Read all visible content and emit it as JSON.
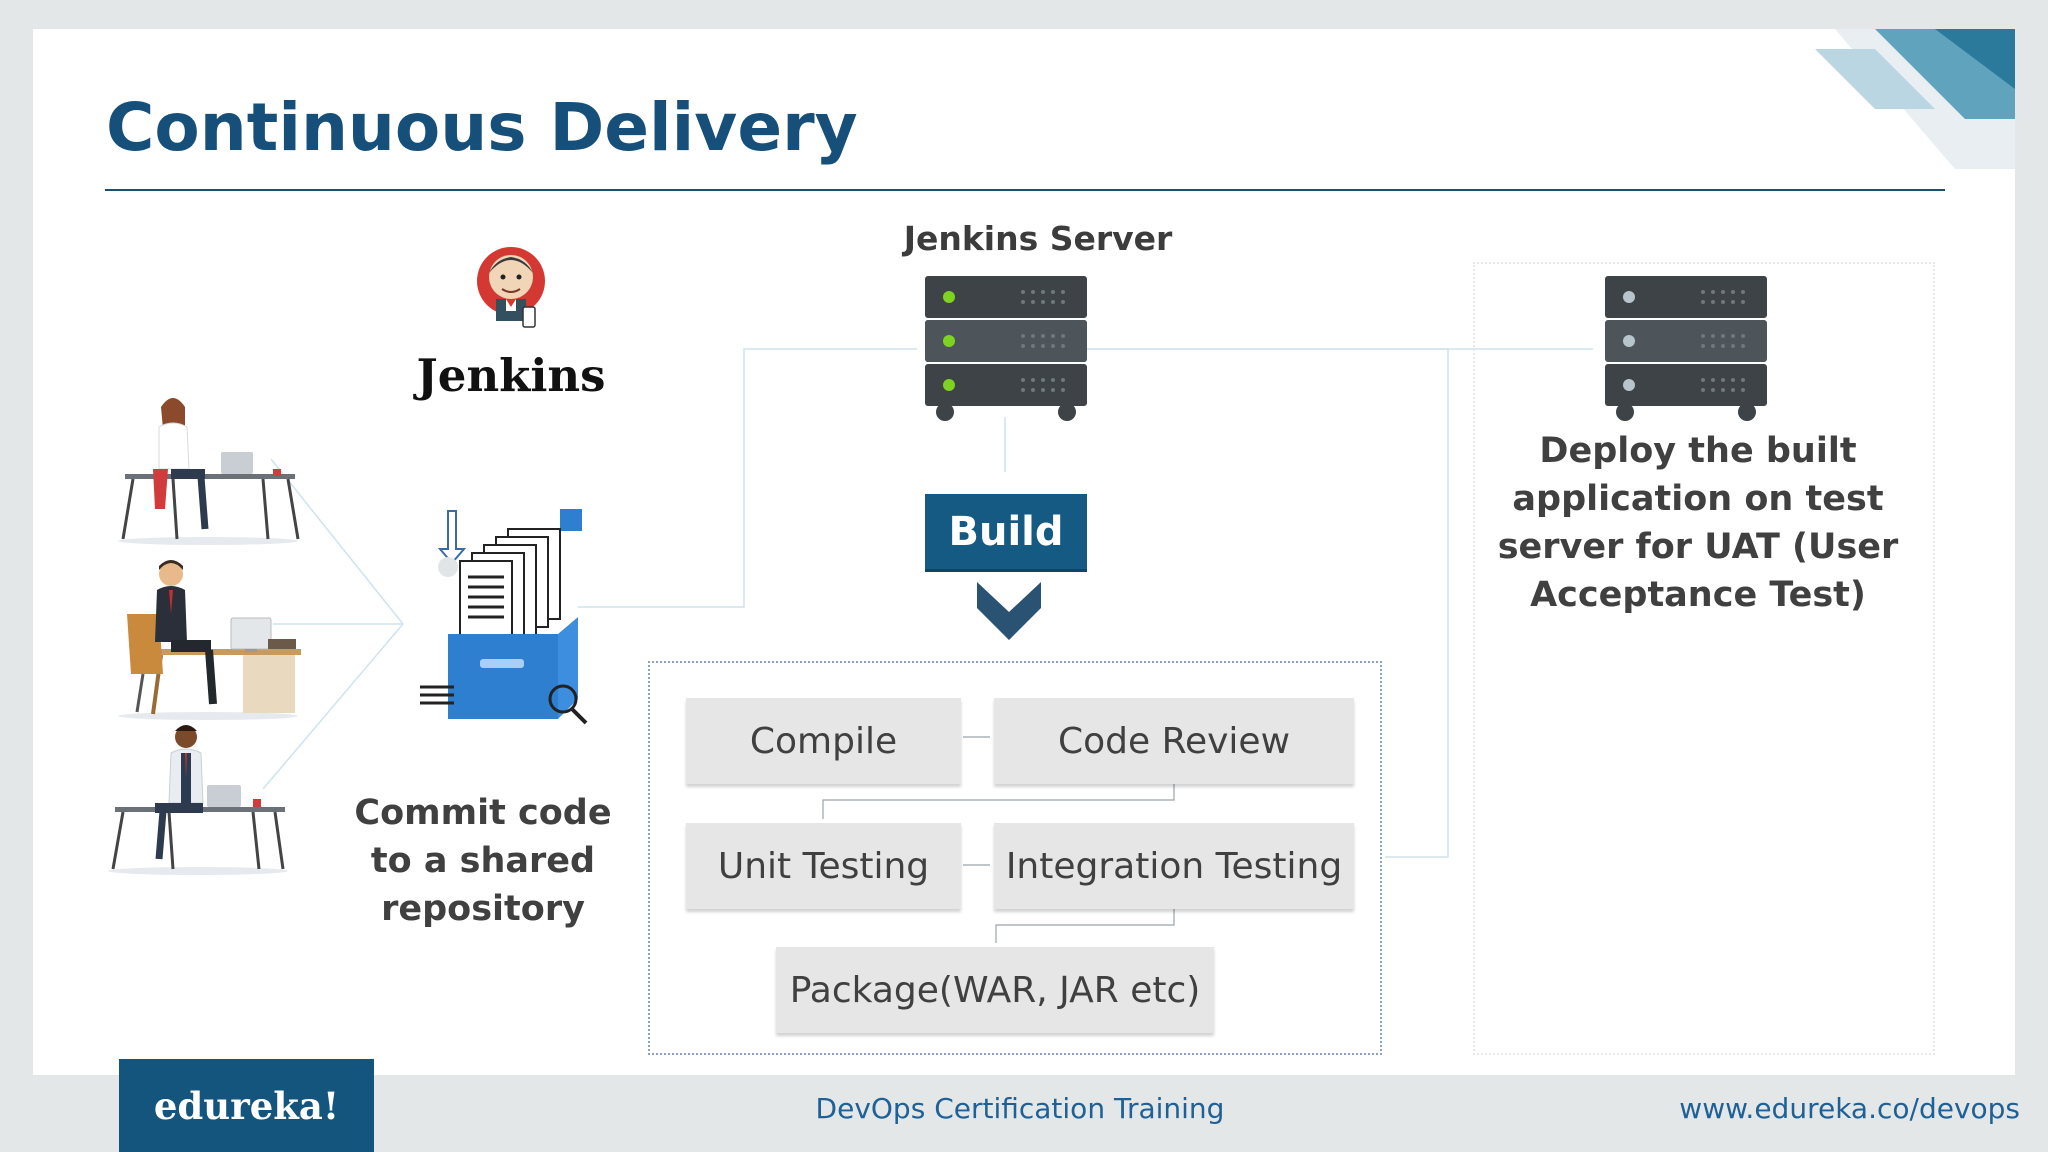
{
  "title": "Continuous Delivery",
  "logo": {
    "text": "Jenkins"
  },
  "server_label": "Jenkins Server",
  "commit_text": "Commit code to a shared repository",
  "build_label": "Build",
  "pipeline": {
    "steps": [
      "Compile",
      "Code Review",
      "Unit Testing",
      "Integration Testing",
      "Package(WAR, JAR etc)"
    ]
  },
  "deploy_text": "Deploy the built application on test server for UAT (User Acceptance Test)",
  "footer": {
    "brand": "edureka!",
    "course": "DevOps Certification Training",
    "url": "www.edureka.co/devops"
  },
  "colors": {
    "title": "#16507a",
    "build_box": "#145a83",
    "brand_box": "#13557d",
    "footer_link": "#1f6196",
    "server_body": "#3d4347",
    "server_led_active": "#7ed321",
    "server_led_idle": "#b8c4cc"
  },
  "icons": [
    "jenkins-logo-icon",
    "developer-icon",
    "file-archive-icon",
    "server-icon",
    "chevron-down-icon"
  ]
}
